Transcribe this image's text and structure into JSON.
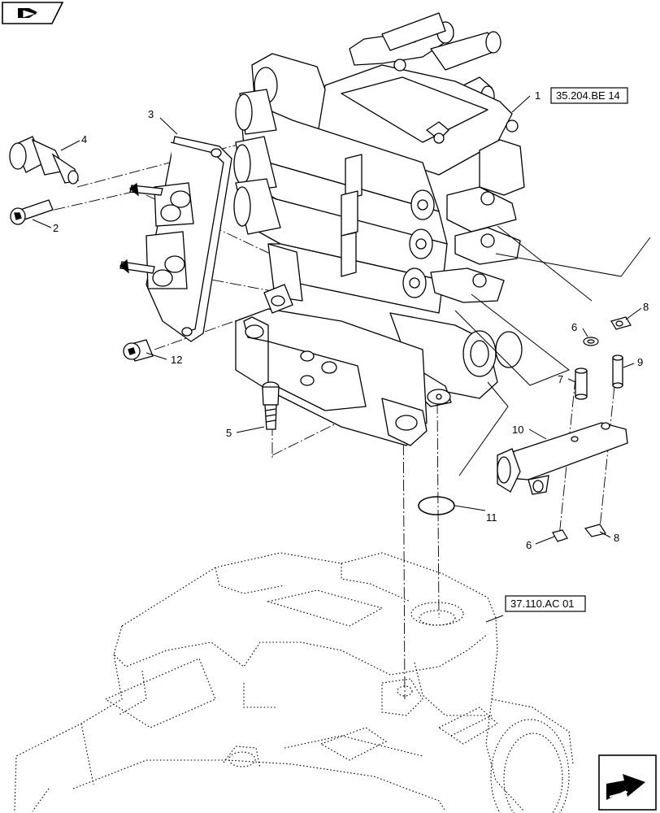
{
  "header": {
    "icon": "book-flag-icon"
  },
  "footer": {
    "icon": "next-page-arrow-icon"
  },
  "callouts": {
    "c1": "1",
    "c2": "2",
    "c3": "3",
    "c4": "4",
    "c5": "5",
    "c6a": "6",
    "c6b": "6",
    "c7": "7",
    "c8a": "8",
    "c8b": "8",
    "c9": "9",
    "c10": "10",
    "c11": "11",
    "c12": "12"
  },
  "references": {
    "ref1": "35.204.BE 14",
    "ref2": "37.110.AC 01"
  },
  "colors": {
    "line": "#000000",
    "background": "#ffffff"
  }
}
